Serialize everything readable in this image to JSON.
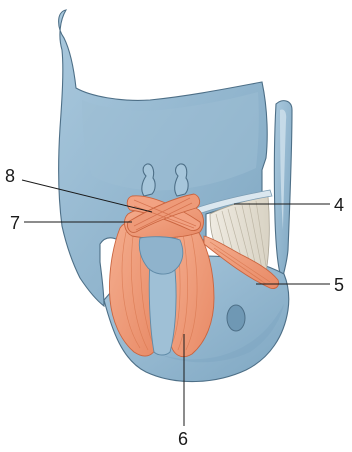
{
  "figure": {
    "labels": {
      "l4": "4",
      "l5": "5",
      "l6": "6",
      "l7": "7",
      "l8": "8"
    }
  },
  "colors": {
    "cartilage": "#8fb5cf",
    "cartilage_light": "#b5d1e3",
    "cartilage_dark": "#5f8aa7",
    "muscle": "#ef9977",
    "muscle_dark": "#d46e4c",
    "ligament": "#e6e1d5",
    "text": "#1a1a1a"
  }
}
